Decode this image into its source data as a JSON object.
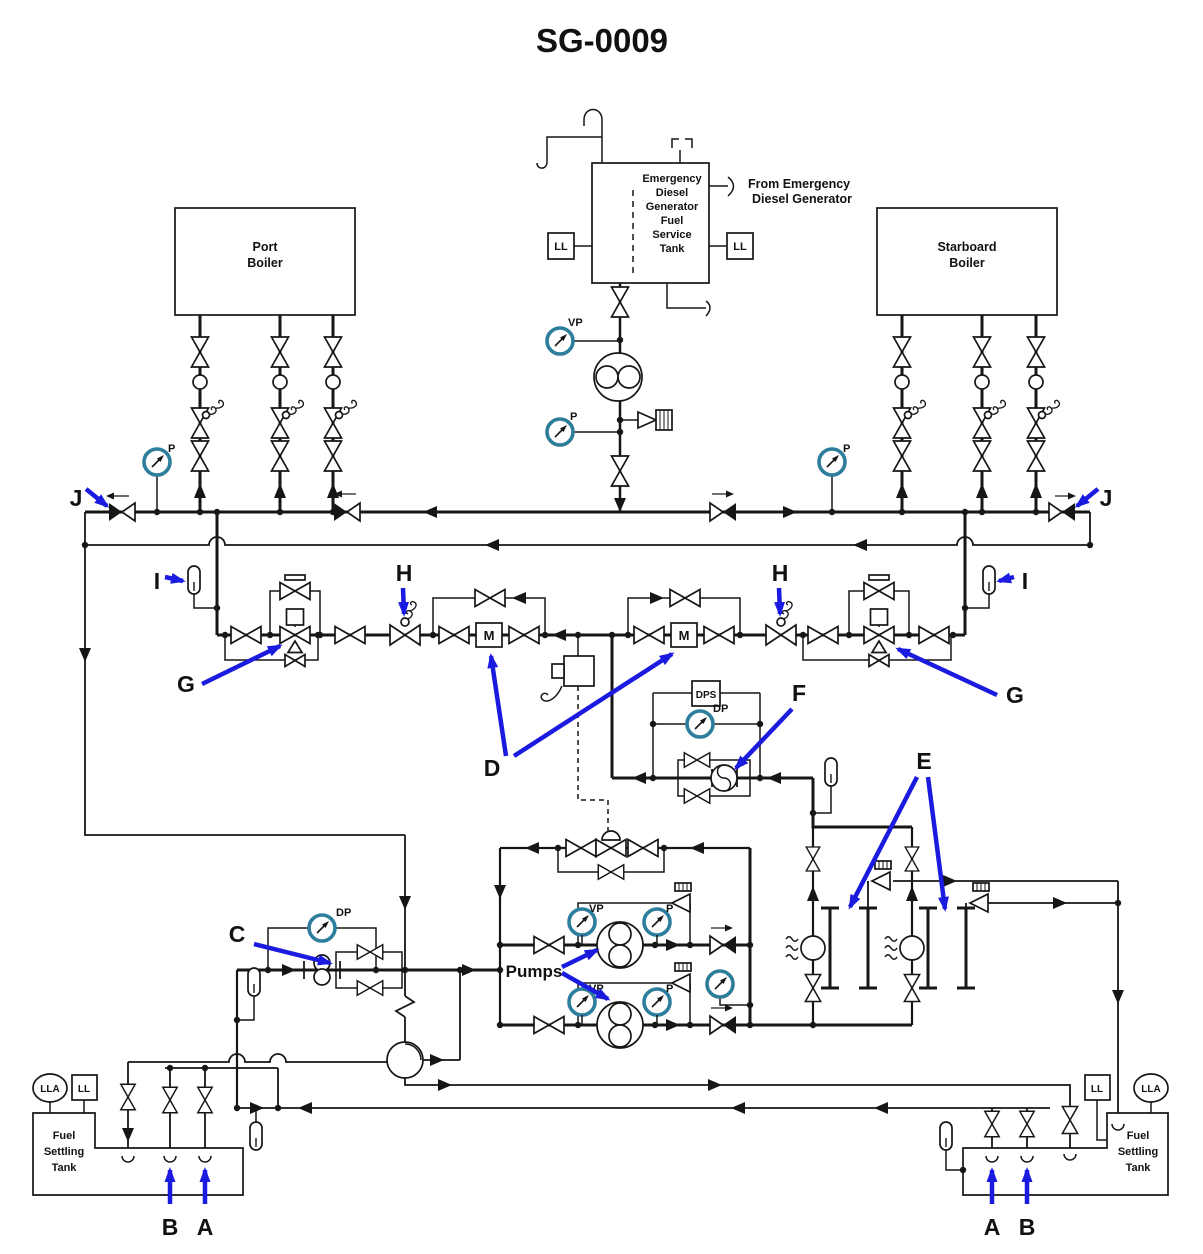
{
  "title": "SG-0009",
  "colors": {
    "line": "#161616",
    "callout_arrow": "#1b1be0",
    "gauge_ring": "#2d7d9c"
  },
  "labels": {
    "port_boiler": [
      "Port",
      "Boiler"
    ],
    "starboard_boiler": [
      "Starboard",
      "Boiler"
    ],
    "edg_tank": [
      "Emergency",
      "Diesel",
      "Generator",
      "Fuel",
      "Service",
      "Tank"
    ],
    "from_edg": [
      "From  Emergency",
      "Diesel Generator"
    ],
    "settling_tank": [
      "Fuel",
      "Settling",
      "Tank"
    ],
    "pumps": "Pumps"
  },
  "instruments": {
    "p": "P",
    "vp": "VP",
    "dp": "DP",
    "dps": "DPS",
    "m": "M",
    "ll": "LL",
    "lla": "LLA"
  },
  "callouts": {
    "a": "A",
    "b": "B",
    "c": "C",
    "d": "D",
    "e": "E",
    "f": "F",
    "g": "G",
    "h": "H",
    "i": "I",
    "j": "J"
  }
}
